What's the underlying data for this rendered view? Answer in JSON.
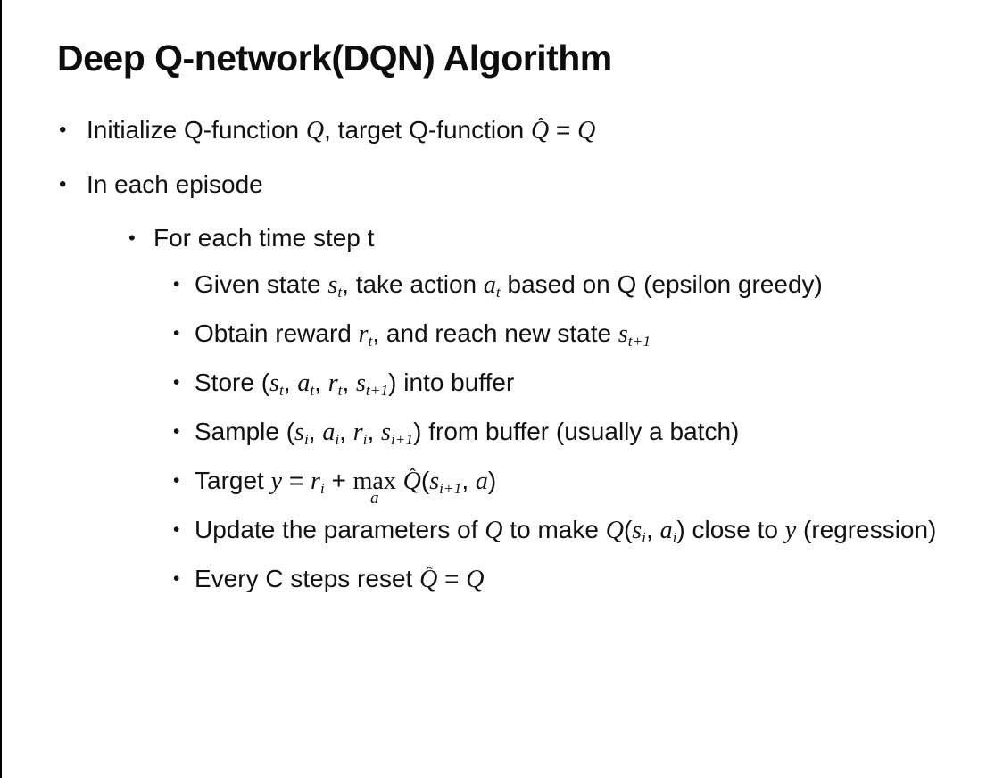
{
  "slide": {
    "title": "Deep Q-network(DQN) Algorithm",
    "bullet_char": "•",
    "hat_char": "ˆ",
    "colors": {
      "background": "#ffffff",
      "text": "#111111",
      "border": "#000000"
    },
    "bullets": [
      {
        "level": 1,
        "segments": [
          {
            "t": "Initialize Q-function "
          },
          {
            "m": "Q"
          },
          {
            "t": ", target Q-function "
          },
          {
            "hat": "Q"
          },
          {
            "t": " = "
          },
          {
            "m": "Q"
          }
        ]
      },
      {
        "level": 1,
        "segments": [
          {
            "t": "In each episode"
          }
        ]
      },
      {
        "level": 2,
        "segments": [
          {
            "t": "For each time step t"
          }
        ]
      },
      {
        "level": 3,
        "segments": [
          {
            "t": "Given state "
          },
          {
            "m": "s",
            "sub": "t"
          },
          {
            "t": ", take action "
          },
          {
            "m": "a",
            "sub": "t"
          },
          {
            "t": " based on Q (epsilon greedy)"
          }
        ]
      },
      {
        "level": 3,
        "segments": [
          {
            "t": "Obtain reward "
          },
          {
            "m": "r",
            "sub": "t"
          },
          {
            "t": ", and reach new state "
          },
          {
            "m": "s",
            "sub": "t+1"
          }
        ]
      },
      {
        "level": 3,
        "segments": [
          {
            "t": "Store ("
          },
          {
            "m": "s",
            "sub": "t"
          },
          {
            "t": ", "
          },
          {
            "m": "a",
            "sub": "t"
          },
          {
            "t": ", "
          },
          {
            "m": "r",
            "sub": "t"
          },
          {
            "t": ", "
          },
          {
            "m": "s",
            "sub": "t+1"
          },
          {
            "t": ") into buffer"
          }
        ]
      },
      {
        "level": 3,
        "segments": [
          {
            "t": "Sample ("
          },
          {
            "m": "s",
            "sub": "i"
          },
          {
            "t": ", "
          },
          {
            "m": "a",
            "sub": "i"
          },
          {
            "t": ", "
          },
          {
            "m": "r",
            "sub": "i"
          },
          {
            "t": ", "
          },
          {
            "m": "s",
            "sub": "i+1"
          },
          {
            "t": ") from buffer (usually a batch)"
          }
        ]
      },
      {
        "level": 3,
        "segments": [
          {
            "t": "Target "
          },
          {
            "m": "y"
          },
          {
            "t": " = "
          },
          {
            "m": "r",
            "sub": "i"
          },
          {
            "t": " + "
          },
          {
            "under": "max",
            "usub": "a"
          },
          {
            "t": " "
          },
          {
            "hat": "Q"
          },
          {
            "t": "("
          },
          {
            "m": "s",
            "sub": "i+1"
          },
          {
            "t": ", "
          },
          {
            "m": "a"
          },
          {
            "t": ")"
          }
        ]
      },
      {
        "level": 3,
        "segments": [
          {
            "t": "Update the parameters of "
          },
          {
            "m": "Q"
          },
          {
            "t": " to make "
          },
          {
            "m": "Q"
          },
          {
            "t": "("
          },
          {
            "m": "s",
            "sub": "i"
          },
          {
            "t": ", "
          },
          {
            "m": "a",
            "sub": "i"
          },
          {
            "t": ") close to "
          },
          {
            "m": "y"
          },
          {
            "t": " (regression)"
          }
        ]
      },
      {
        "level": 3,
        "segments": [
          {
            "t": "Every C steps reset "
          },
          {
            "hat": "Q"
          },
          {
            "t": " = "
          },
          {
            "m": "Q"
          }
        ]
      }
    ]
  }
}
